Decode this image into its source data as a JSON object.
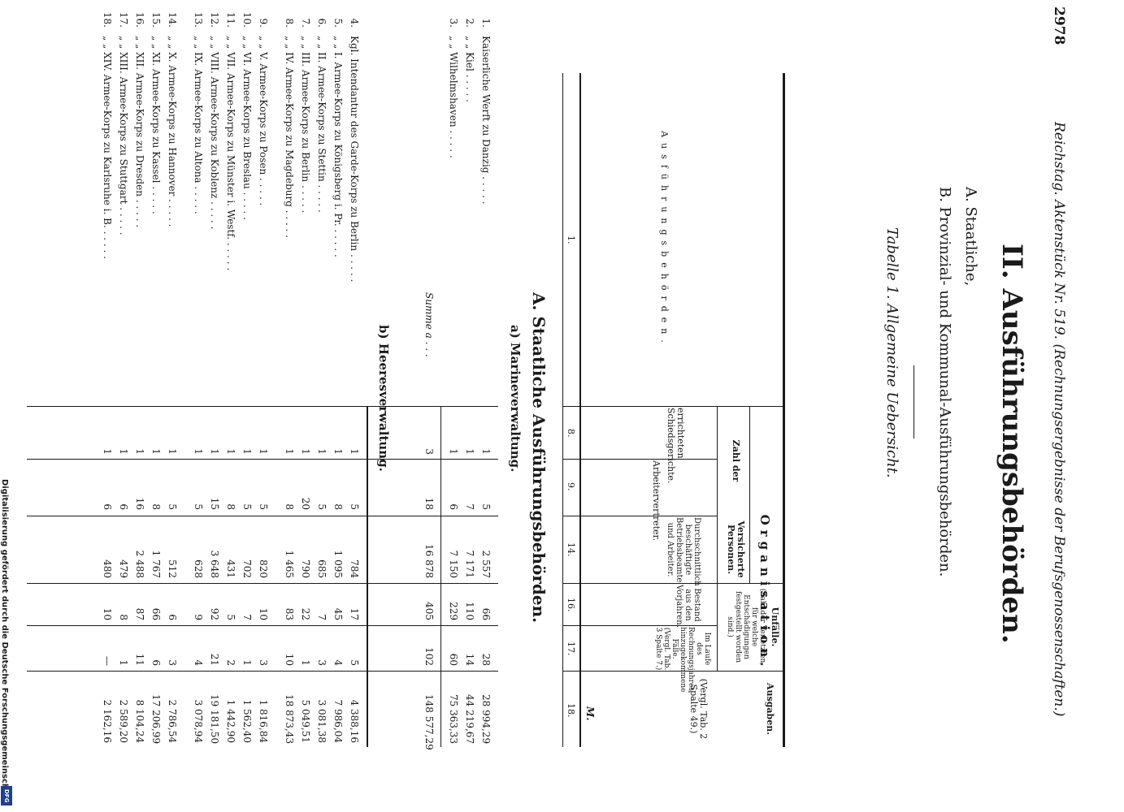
{
  "header": {
    "page_number": "2978",
    "running_title": "Reichstag.   Aktenstück Nr. 519.   (Rechnungsergebnisse der Berufsgenossenschaften.)"
  },
  "section_title": "II. Ausführungsbehörden.",
  "subsections": [
    "A. Staatliche,",
    "B. Provinzial- und Kommunal-Ausführungsbehörden."
  ],
  "table_title": "Tabelle 1.  Allgemeine Uebersicht.",
  "table_header": {
    "first_col": "Ausführungsbehörden.",
    "organisation": "Organisation.",
    "zahl_der": "Zahl der",
    "versicherte": "Versicherte Personen.",
    "unfaelle": "Unfälle.",
    "unfaelle_note": "(Zahl der Verletzten, für welche Entschädigungen festgestellt worden sind.)",
    "ausgaben": "Ausgaben.",
    "cols": [
      "errichteten Schiedsgerichte.",
      "Arbeitervertreter.",
      "Durchschnittlich beschäftigte Betriebsbeamte und Arbeiter.",
      "Bestand aus den Vorjahren.",
      "Im Laufe des Rechnungsjahres hinzugekommene Fälle. (Vergl. Tab. 3 Spalte 7.)",
      "(Vergl. Tab. 2 Spalte 49.)"
    ],
    "unit": "M.",
    "col_numbers": [
      "1.",
      "8.",
      "9.",
      "14.",
      "16.",
      "17.",
      "18."
    ]
  },
  "part_a_title": "A. Staatliche Ausführungsbehörden.",
  "section_a_title": "a) Marineverwaltung.",
  "section_a_rows": [
    {
      "no": "1.",
      "name": "Kaiserliche Werft zu Danzig",
      "c8": "1",
      "c9": "5",
      "c14": "2 557",
      "c16": "66",
      "c17": "28",
      "c18": "28 994,29"
    },
    {
      "no": "2.",
      "name": "„ „ Kiel",
      "c8": "1",
      "c9": "7",
      "c14": "7 171",
      "c16": "110",
      "c17": "14",
      "c18": "44 219,67"
    },
    {
      "no": "3.",
      "name": "„ „ Wilhelmshaven",
      "c8": "1",
      "c9": "6",
      "c14": "7 150",
      "c16": "229",
      "c17": "60",
      "c18": "75 363,33"
    }
  ],
  "section_a_sum": {
    "name": "Summe a",
    "c8": "3",
    "c9": "18",
    "c14": "16 878",
    "c16": "405",
    "c17": "102",
    "c18": "148 577,29"
  },
  "section_b_title": "b) Heeresverwaltung.",
  "section_b_rows": [
    {
      "no": "4.",
      "name": "Kgl. Intendantur des Garde-Korps zu Berlin",
      "c8": "1",
      "c9": "5",
      "c14": "784",
      "c16": "17",
      "c17": "5",
      "c18": "4 388,16",
      "group": 1
    },
    {
      "no": "5.",
      "name": "„ „ I. Armee-Korps zu Königsberg i. Pr.",
      "c8": "1",
      "c9": "8",
      "c14": "1 095",
      "c16": "45",
      "c17": "4",
      "c18": "7 986,04",
      "group": 1
    },
    {
      "no": "6.",
      "name": "„ „ II. Armee-Korps zu Stettin",
      "c8": "1",
      "c9": "5",
      "c14": "685",
      "c16": "7",
      "c17": "3",
      "c18": "3 081,38",
      "group": 1
    },
    {
      "no": "7.",
      "name": "„ „ III. Armee-Korps zu Berlin",
      "c8": "1",
      "c9": "20",
      "c14": "790",
      "c16": "22",
      "c17": "1",
      "c18": "5 049,51",
      "group": 1
    },
    {
      "no": "8.",
      "name": "„ „ IV. Armee-Korps zu Magdeburg",
      "c8": "1",
      "c9": "8",
      "c14": "1 465",
      "c16": "83",
      "c17": "10",
      "c18": "18 873,43",
      "group": 1
    },
    {
      "no": "9.",
      "name": "„ „ V. Armee-Korps zu Posen",
      "c8": "1",
      "c9": "5",
      "c14": "820",
      "c16": "10",
      "c17": "3",
      "c18": "1 816,84",
      "group": 2
    },
    {
      "no": "10.",
      "name": "„ „ VI. Armee-Korps zu Breslau",
      "c8": "1",
      "c9": "5",
      "c14": "702",
      "c16": "7",
      "c17": "1",
      "c18": "1 562,40",
      "group": 2
    },
    {
      "no": "11.",
      "name": "„ „ VII. Armee-Korps zu Münster i. Westf.",
      "c8": "1",
      "c9": "8",
      "c14": "431",
      "c16": "5",
      "c17": "2",
      "c18": "1 442,90",
      "group": 2
    },
    {
      "no": "12.",
      "name": "„ „ VIII. Armee-Korps zu Koblenz",
      "c8": "1",
      "c9": "15",
      "c14": "3 648",
      "c16": "92",
      "c17": "21",
      "c18": "19 181,50",
      "group": 2
    },
    {
      "no": "13.",
      "name": "„ „ IX. Armee-Korps zu Altona",
      "c8": "1",
      "c9": "5",
      "c14": "628",
      "c16": "9",
      "c17": "4",
      "c18": "3 078,94",
      "group": 2
    },
    {
      "no": "14.",
      "name": "„ „ X. Armee-Korps zu Hannover",
      "c8": "1",
      "c9": "5",
      "c14": "512",
      "c16": "6",
      "c17": "3",
      "c18": "2 786,54",
      "group": 3
    },
    {
      "no": "15.",
      "name": "„ „ XI. Armee-Korps zu Kassel",
      "c8": "1",
      "c9": "8",
      "c14": "1 767",
      "c16": "66",
      "c17": "6",
      "c18": "17 206,99",
      "group": 3
    },
    {
      "no": "16.",
      "name": "„ „ XII. Armee-Korps zu Dresden",
      "c8": "1",
      "c9": "16",
      "c14": "2 488",
      "c16": "87",
      "c17": "11",
      "c18": "8 104,24",
      "group": 3
    },
    {
      "no": "17.",
      "name": "„ „ XIII. Armee-Korps zu Stuttgart",
      "c8": "1",
      "c9": "6",
      "c14": "479",
      "c16": "8",
      "c17": "1",
      "c18": "2 589,20",
      "group": 3
    },
    {
      "no": "18.",
      "name": "„ „ XIV. Armee-Korps zu Karlsruhe i. B.",
      "c8": "1",
      "c9": "6",
      "c14": "480",
      "c16": "10",
      "c17": "—",
      "c18": "2 162,16",
      "group": 3
    }
  ],
  "footer_note": "Digitalisierung gefördert durch die Deutsche Forschungsgemeinschaft",
  "footer_logo": "DFG",
  "colors": {
    "ink": "#1a1a1a",
    "paper": "#ffffff",
    "logo": "#1f3f8f"
  }
}
